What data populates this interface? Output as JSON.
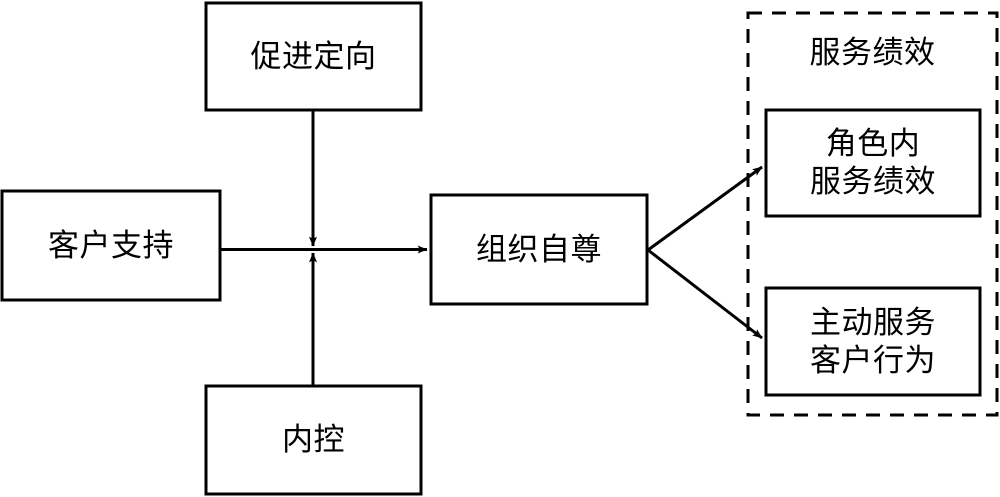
{
  "diagram": {
    "type": "conceptual-research-model",
    "language": "zh-CN",
    "background_color": "#ffffff",
    "line_color": "#000000",
    "nodes": {
      "promotion_focus": {
        "id": "promotion-focus",
        "label": "促进定向",
        "lines": [
          "促进定向"
        ],
        "role": "moderator-top",
        "shape": "rectangle",
        "border_style": "solid"
      },
      "customer_support": {
        "id": "customer-support",
        "label": "客户支持",
        "lines": [
          "客户支持"
        ],
        "role": "independent-variable",
        "shape": "rectangle",
        "border_style": "solid"
      },
      "internal_control": {
        "id": "internal-control",
        "label": "内控",
        "lines": [
          "内控"
        ],
        "role": "moderator-bottom",
        "shape": "rectangle",
        "border_style": "solid"
      },
      "organization_based_self_esteem": {
        "id": "organization-based-self-esteem",
        "label": "组织自尊",
        "lines": [
          "组织自尊"
        ],
        "role": "mediator",
        "shape": "rectangle",
        "border_style": "solid"
      },
      "in_role_service_performance": {
        "id": "in-role-service-performance",
        "label": "角色内服务绩效",
        "lines": [
          "角色内",
          "服务绩效"
        ],
        "role": "outcome",
        "shape": "rectangle",
        "border_style": "solid"
      },
      "proactive_customer_service_behavior": {
        "id": "proactive-customer-service-behavior",
        "label": "主动服务客户行为",
        "lines": [
          "主动服务",
          "客户行为"
        ],
        "role": "outcome",
        "shape": "rectangle",
        "border_style": "solid"
      }
    },
    "groups": {
      "service_performance": {
        "id": "service-performance-group",
        "label": "服务绩效",
        "border_style": "dashed",
        "contains": [
          "in-role-service-performance",
          "proactive-customer-service-behavior"
        ]
      }
    },
    "edges": [
      {
        "id": "edge-customer-support-to-self-esteem",
        "from": "customer-support",
        "to": "organization-based-self-esteem",
        "arrow": "single",
        "style": "solid"
      },
      {
        "id": "edge-promotion-focus-moderates",
        "from": "promotion-focus",
        "to": "edge-customer-support-to-self-esteem",
        "arrow": "single",
        "style": "solid",
        "relation": "moderation"
      },
      {
        "id": "edge-internal-control-moderates",
        "from": "internal-control",
        "to": "edge-customer-support-to-self-esteem",
        "arrow": "single",
        "style": "solid",
        "relation": "moderation"
      },
      {
        "id": "edge-self-esteem-to-in-role",
        "from": "organization-based-self-esteem",
        "to": "in-role-service-performance",
        "arrow": "single",
        "style": "solid"
      },
      {
        "id": "edge-self-esteem-to-proactive",
        "from": "organization-based-self-esteem",
        "to": "proactive-customer-service-behavior",
        "arrow": "single",
        "style": "solid"
      }
    ]
  }
}
